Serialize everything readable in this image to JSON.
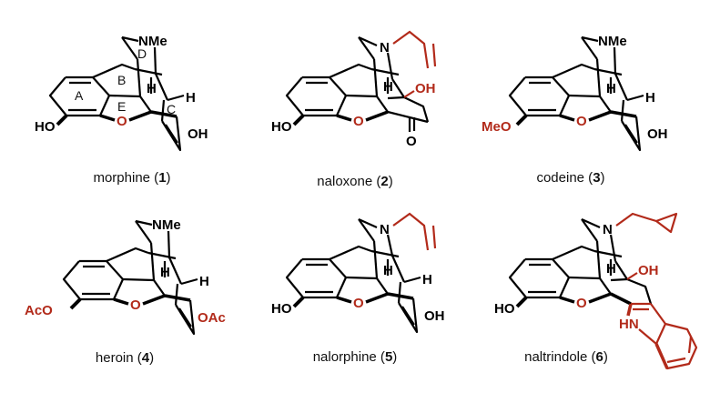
{
  "figure": {
    "accent_color": "#b22a1a",
    "bond_color": "#000000",
    "compounds": [
      {
        "name": "morphine",
        "number": "1",
        "N_sub": "NMe",
        "C3_sub": "HO",
        "C6_sub": "OH",
        "ring_labels": [
          "A",
          "B",
          "C",
          "D",
          "E"
        ],
        "H_labels": [
          "H",
          "H"
        ],
        "O_bridge": "O"
      },
      {
        "name": "naloxone",
        "number": "2",
        "N_sub": "N",
        "N_chain": "allyl",
        "C3_sub": "HO",
        "C14_sub": "OH",
        "C6_sub": "O",
        "H_labels": [
          "H"
        ],
        "O_bridge": "O"
      },
      {
        "name": "codeine",
        "number": "3",
        "N_sub": "NMe",
        "C3_sub": "MeO",
        "C6_sub": "OH",
        "H_labels": [
          "H",
          "H"
        ],
        "O_bridge": "O"
      },
      {
        "name": "heroin",
        "number": "4",
        "N_sub": "NMe",
        "C3_sub": "AcO",
        "C6_sub": "OAc",
        "H_labels": [
          "H",
          "H"
        ],
        "O_bridge": "O"
      },
      {
        "name": "nalorphine",
        "number": "5",
        "N_sub": "N",
        "N_chain": "allyl",
        "C3_sub": "HO",
        "C6_sub": "OH",
        "H_labels": [
          "H",
          "H"
        ],
        "O_bridge": "O"
      },
      {
        "name": "naltrindole",
        "number": "6",
        "N_sub": "N",
        "N_chain": "cyclopropylmethyl",
        "C3_sub": "HO",
        "C14_sub": "OH",
        "indole_NH": "HN",
        "H_labels": [
          "H"
        ],
        "O_bridge": "O"
      }
    ]
  }
}
